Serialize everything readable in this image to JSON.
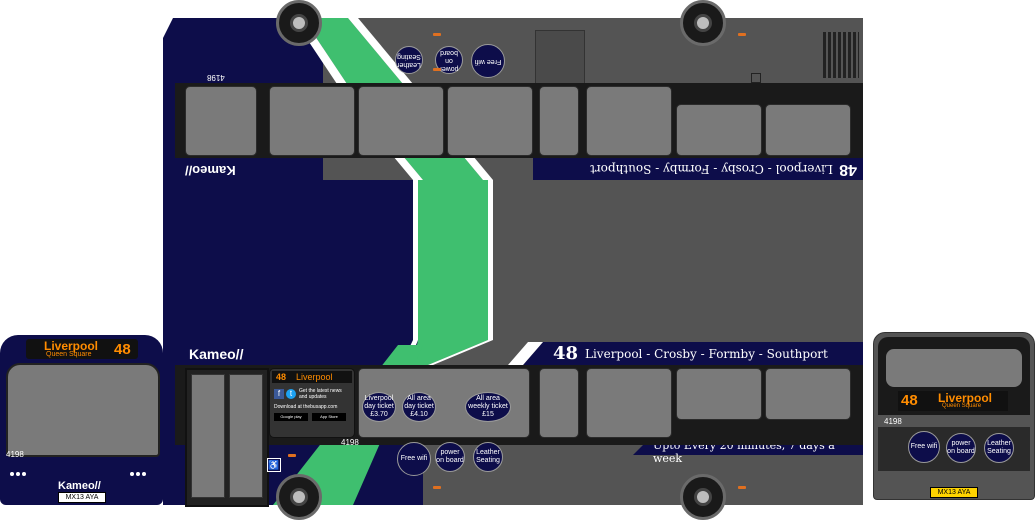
{
  "bus": {
    "fleet_number": "4198",
    "brand": "Kameo//",
    "registration": "MX13 AYA"
  },
  "destination": {
    "route": "48",
    "name": "Liverpool",
    "via": "Queen Square"
  },
  "livery": {
    "side_route_banner": "48",
    "side_route_text": "Liverpool - Crosby - Formby - Southport",
    "frequency": "Upto Every 20 minutes, 7 days a week"
  },
  "top_view": {
    "fleet_number": "4198",
    "route": "48",
    "route_text": "Liverpool - Crosby - Formby - Southport",
    "brand": "Kameo//"
  },
  "ads": {
    "facebook": "f",
    "twitter": "t",
    "social_text": "Get the latest news and updates",
    "download_text": "Download at thebusapp.com",
    "google_play": "Google play",
    "app_store": "App Store"
  },
  "tickets": [
    {
      "line1": "Liverpool",
      "line2": "day ticket",
      "price": "£3.70"
    },
    {
      "line1": "All area",
      "line2": "day ticket",
      "price": "£4.10"
    },
    {
      "line1": "All area",
      "line2": "weekly ticket",
      "price": "£15"
    }
  ],
  "features": {
    "wifi": "Free wifi",
    "power": "power on board",
    "seating": "Leather Seating"
  },
  "rear": {
    "fleet_number": "4198",
    "registration": "MX13 AYA",
    "route": "48",
    "name": "Liverpool",
    "via": "Queen Square"
  },
  "front": {
    "fleet_number": "4198",
    "brand": "Kameo//",
    "registration": "MX13 AYA"
  },
  "colors": {
    "navy": "#0d0d4a",
    "grey_body": "#545454",
    "green_stripe": "#3fbf6f",
    "led_orange": "#ff8c00"
  }
}
